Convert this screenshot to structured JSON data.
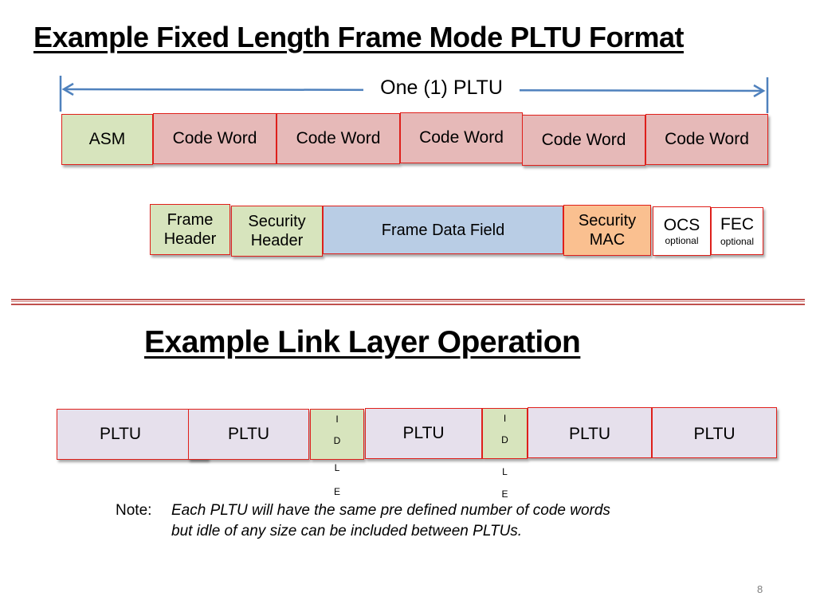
{
  "title": "Example Fixed Length Frame Mode PLTU Format",
  "pltu_span_label": "One (1) PLTU",
  "pltu_row": {
    "asm": "ASM",
    "code_words": [
      "Code Word",
      "Code Word",
      "Code Word",
      "Code Word",
      "Code Word"
    ]
  },
  "frame_row": {
    "frame_header": [
      "Frame",
      "Header"
    ],
    "security_header": [
      "Security",
      "Header"
    ],
    "frame_data_field": "Frame Data Field",
    "security_mac": [
      "Security",
      "MAC"
    ],
    "ocs": "OCS",
    "ocs_note": "optional",
    "fec": "FEC",
    "fec_note": "optional"
  },
  "subtitle": "Example Link Layer Operation",
  "link_row": {
    "pltu_label": "PLTU",
    "idle_letters": [
      "I",
      "D",
      "L",
      "E"
    ]
  },
  "note": {
    "label": "Note:",
    "line1": "Each PLTU will have the same pre defined number of code words",
    "line2": "but idle of any size can be included between PLTUs."
  },
  "page_number": "8",
  "colors": {
    "accent_red": "#e0201b",
    "arrow_blue": "#4f81bd",
    "green_fill": "#d7e4bd",
    "pink_fill": "#e6b9b8",
    "blue_fill": "#b9cde5",
    "orange_fill": "#fac090",
    "lavender_fill": "#e6e0ec"
  }
}
